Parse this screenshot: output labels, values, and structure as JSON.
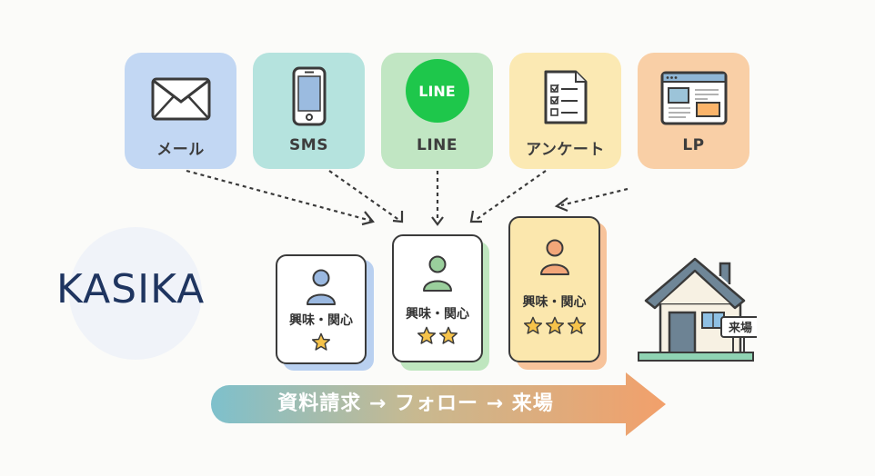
{
  "channels": [
    {
      "label": "メール",
      "icon": "envelope-icon",
      "bg": "#c2d7f3"
    },
    {
      "label": "SMS",
      "icon": "smartphone-icon",
      "bg": "#b5e3de"
    },
    {
      "label": "LINE",
      "icon": "line-logo-icon",
      "icon_text": "LINE",
      "bg": "#c1e6c3",
      "icon_color": "#1ec74b"
    },
    {
      "label": "アンケート",
      "icon": "survey-checklist-icon",
      "bg": "#fbe9b3"
    },
    {
      "label": "LP",
      "icon": "landing-page-icon",
      "bg": "#f9cfa6"
    }
  ],
  "logo": {
    "text": "KASIKA"
  },
  "cards": [
    {
      "label": "興味・関心",
      "stars": 1,
      "person_color": "#9ab8e0",
      "accent": "#b9d0f0",
      "bg": "#ffffff"
    },
    {
      "label": "興味・関心",
      "stars": 2,
      "person_color": "#9acf9c",
      "accent": "#bfe6bf",
      "bg": "#ffffff"
    },
    {
      "label": "興味・関心",
      "stars": 3,
      "person_color": "#f2a679",
      "accent": "#f7c39b",
      "bg": "#fbe7ad"
    }
  ],
  "star_color": "#f6c34a",
  "flow": {
    "text": "資料請求 → フォロー → 来場",
    "gradient_start": "#7ec0cc",
    "gradient_end": "#f2a06b"
  },
  "house": {
    "sign": "来場"
  }
}
